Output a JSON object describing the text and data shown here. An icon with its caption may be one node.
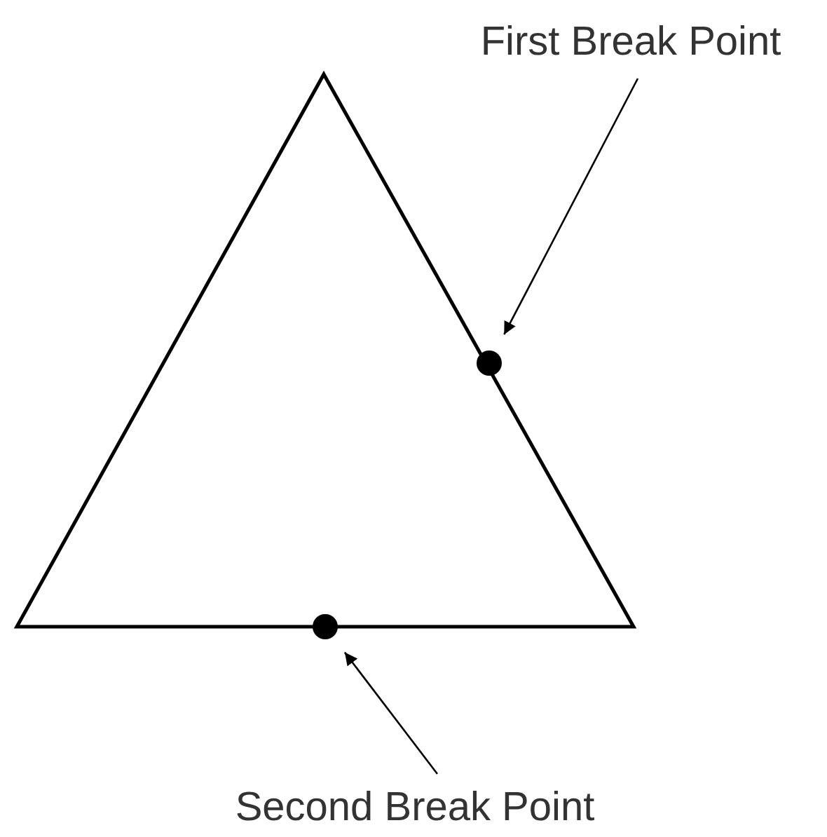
{
  "diagram": {
    "nodes": [
      {
        "text": [
          "First Break Point"
        ]
      },
      {
        "text": [],
        "shape": "circle"
      },
      {
        "text": [
          "Second Break Point"
        ]
      },
      {
        "text": [],
        "shape": "circle"
      }
    ],
    "edges": [
      {
        "from": 0,
        "to": 1,
        "arrow": "to"
      },
      {
        "from": 2,
        "to": 3,
        "arrow": "to"
      }
    ]
  }
}
